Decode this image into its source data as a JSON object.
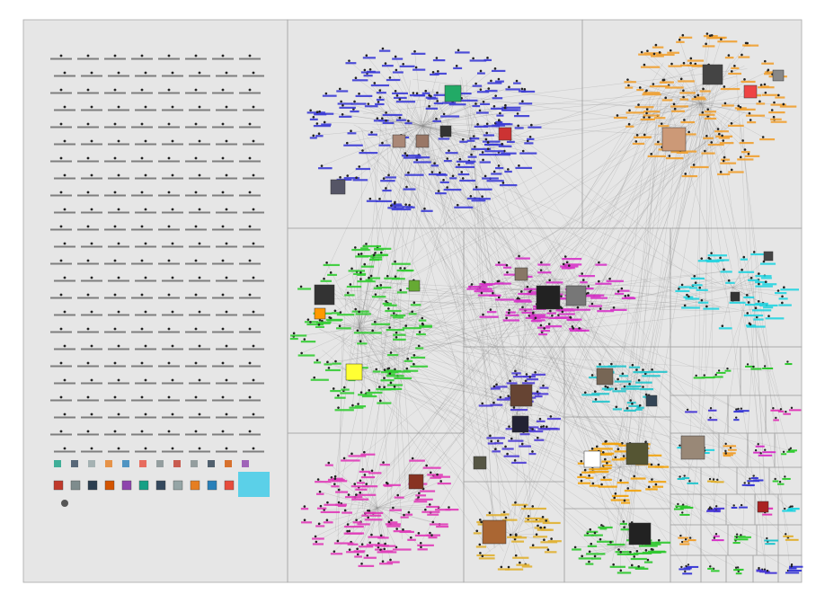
{
  "diagram": {
    "type": "network-graph",
    "layout": "group-in-a-box",
    "background_color": "#e6e6e6",
    "panel_border_color": "#a8a8a8",
    "edge_color": "#8c8c8c",
    "label_text": "",
    "node_label_sample": "",
    "groups": [
      {
        "id": "g-isolates",
        "color": "#2b2b2b",
        "density": "grid-of-isolates"
      },
      {
        "id": "g-blue",
        "color": "#3b3bd6",
        "density": "high"
      },
      {
        "id": "g-orange",
        "color": "#f0a030",
        "density": "high"
      },
      {
        "id": "g-green",
        "color": "#33cc33",
        "density": "high"
      },
      {
        "id": "g-magenta",
        "color": "#d633c8",
        "density": "high"
      },
      {
        "id": "g-cyan",
        "color": "#22d4e0",
        "density": "medium"
      },
      {
        "id": "g-teal",
        "color": "#22c4cc",
        "density": "medium"
      },
      {
        "id": "g-indigo",
        "color": "#4b3bd6",
        "density": "medium"
      },
      {
        "id": "g-pink",
        "color": "#e03ab8",
        "density": "medium"
      },
      {
        "id": "g-yellow",
        "color": "#e0b030",
        "density": "medium"
      },
      {
        "id": "g-mixed",
        "color": "#f2a20a",
        "density": "medium"
      },
      {
        "id": "g-lightgreen",
        "color": "#2ec82e",
        "density": "medium"
      },
      {
        "id": "g-small",
        "color": "#666666",
        "density": "low"
      }
    ]
  }
}
